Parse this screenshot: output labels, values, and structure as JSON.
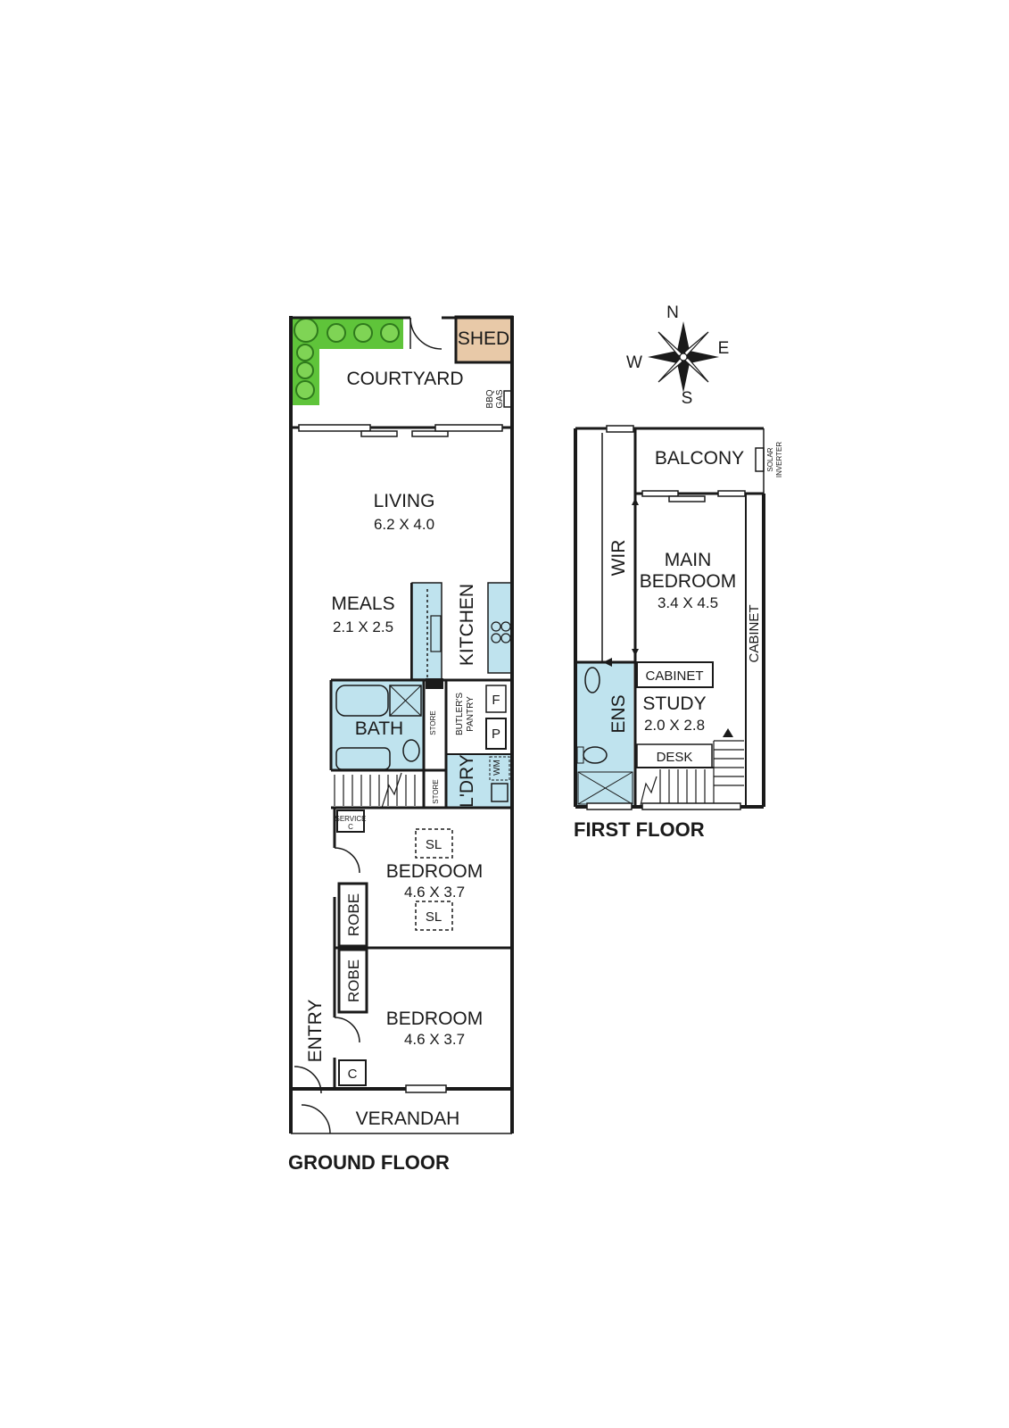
{
  "ground_floor": {
    "title": "GROUND FLOOR",
    "rooms": {
      "shed": "SHED",
      "courtyard": "COURTYARD",
      "bbq": "BBQ",
      "gas": "GAS",
      "living": "LIVING",
      "living_dim": "6.2 X 4.0",
      "meals": "MEALS",
      "meals_dim": "2.1 X 2.5",
      "kitchen": "KITCHEN",
      "butlers": "BUTLER'S",
      "pantry": "PANTRY",
      "fridge": "F",
      "pantry_p": "P",
      "wm": "WM",
      "bath": "BATH",
      "store_bath": "STORE",
      "laundry": "L'DRY",
      "store_stairs": "STORE",
      "service": "SERVICE",
      "service_c": "C",
      "bedroom1": "BEDROOM",
      "bedroom1_dim": "4.6 X 3.7",
      "sl1": "SL",
      "sl2": "SL",
      "robe1": "ROBE",
      "robe2": "ROBE",
      "bedroom2": "BEDROOM",
      "bedroom2_dim": "4.6 X 3.7",
      "entry": "ENTRY",
      "closet": "C",
      "verandah": "VERANDAH"
    }
  },
  "first_floor": {
    "title": "FIRST FLOOR",
    "rooms": {
      "balcony": "BALCONY",
      "solar": "SOLAR",
      "inverter": "INVERTER",
      "wir": "WIR",
      "main_bedroom_1": "MAIN",
      "main_bedroom_2": "BEDROOM",
      "main_bedroom_dim": "3.4 X 4.5",
      "cabinet_side": "CABINET",
      "cabinet": "CABINET",
      "ens": "ENS",
      "study": "STUDY",
      "study_dim": "2.0 X 2.8",
      "desk": "DESK"
    }
  },
  "compass": {
    "n": "N",
    "e": "E",
    "s": "S",
    "w": "W"
  },
  "colors": {
    "wall": "#1a1a1a",
    "wet_area": "#bfe3ee",
    "shed": "#e8c9a8",
    "garden": "#5fc43a",
    "garden_dark": "#2f7a1c",
    "background": "#ffffff"
  }
}
